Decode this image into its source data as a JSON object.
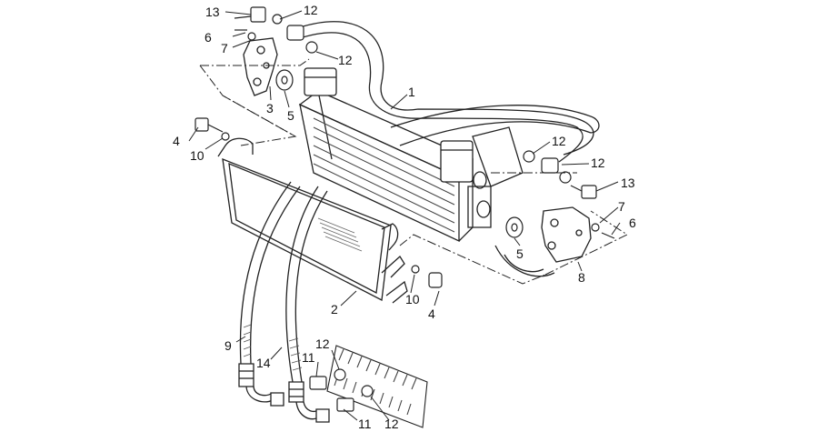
{
  "labels": {
    "l1": "1",
    "l2": "2",
    "l3": "3",
    "l4a": "4",
    "l4b": "4",
    "l5a": "5",
    "l5b": "5",
    "l6a": "6",
    "l6b": "6",
    "l7a": "7",
    "l7b": "7",
    "l8": "8",
    "l9": "9",
    "l10a": "10",
    "l10b": "10",
    "l11a": "11",
    "l11b": "11",
    "l12a": "12",
    "l12b": "12",
    "l12c": "12",
    "l12d": "12",
    "l12e": "12",
    "l12f": "12",
    "l13a": "13",
    "l13b": "13",
    "l14": "14"
  }
}
